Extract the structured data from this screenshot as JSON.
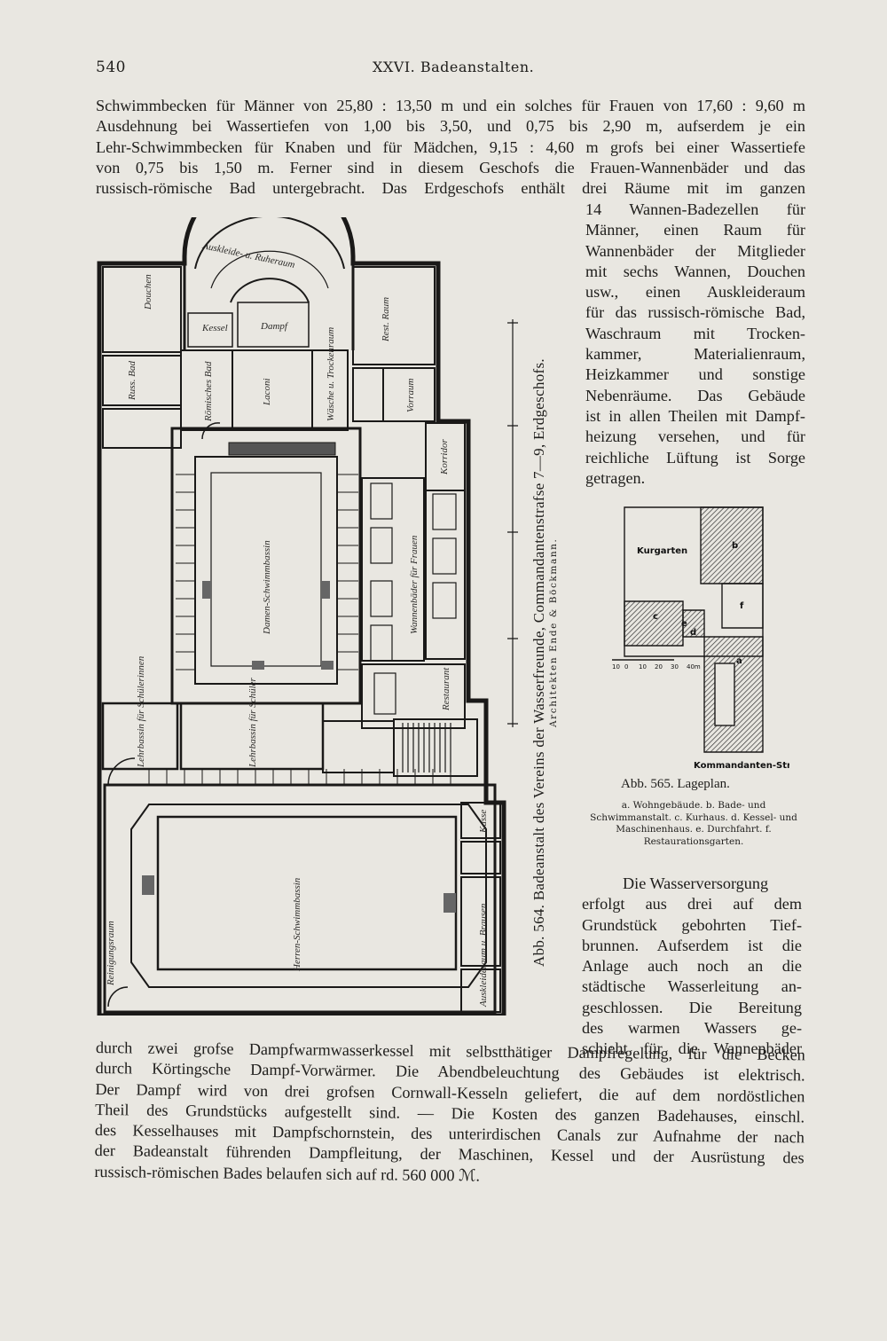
{
  "header": {
    "page_number": "540",
    "title": "XXVI. Badeanstalten."
  },
  "top_paragraph": [
    "Schwimmbecken für Männer von 25,80 : 13,50 m und ein solches für Frauen von 17,60 : 9,60 m",
    "Ausdehnung bei Wassertiefen von 1,00 bis 3,50, und 0,75 bis 2,90 m, aufserdem je ein",
    "Lehr-Schwimmbecken für Knaben und für Mädchen, 9,15 : 4,60 m grofs bei einer Wassertiefe",
    "von 0,75 bis 1,50 m. Ferner sind in diesem Geschofs die Frauen-Wannenbäder und das",
    "russisch-römische Bad untergebracht. Das Erdgeschofs enthält drei Räume mit im ganzen"
  ],
  "right_paragraph": [
    "14 Wannen-Badezellen für",
    "Männer, einen Raum für",
    "Wannenbäder der Mitglieder",
    "mit sechs Wannen, Douchen",
    "usw., einen Auskleideraum",
    "für das russisch-römische Bad,",
    "Waschraum mit Trocken-",
    "kammer, Materialienraum,",
    "Heizkammer und sonstige",
    "Nebenräume. Das Gebäude",
    "ist in allen Theilen mit Dampf-",
    "heizung versehen, und für",
    "reichliche Lüftung ist Sorge",
    "getragen."
  ],
  "figure_564": {
    "caption": "Abb. 564. Badeanstalt des Vereins der Wasserfreunde, Commandantenstrafse 7—9, Erdgeschofs.",
    "architects": "Architekten Ende & Böckmann.",
    "room_labels": {
      "douchen": "Douchen",
      "auskleide": "Auskleide- u. Ruheraum",
      "kessel": "Kessel",
      "dampf": "Dampf",
      "rest": "Rest. Raum",
      "russ": "Russ. Bad",
      "roemisch": "Römisches Bad",
      "laconi": "Laconi",
      "waesche": "Wäsche u. Trockenraum",
      "vorraum": "Vorraum",
      "korridor": "Korridor",
      "damen": "Damen-Schwimmbassin",
      "wannen_frauen": "Wannenbäder für Frauen",
      "restaurant": "Restaurant",
      "lehr_schuelerinnen": "Lehrbassin für Schülerinnen",
      "lehr_schueler": "Lehrbassin für Schüler",
      "herren": "Herren-Schwimmbassin",
      "kasse": "Kasse",
      "reinigung": "Reinigungsraum",
      "auskleide2": "Auskleideraum u. Brausen"
    }
  },
  "figure_565": {
    "labels": {
      "kurgarten": "Kurgarten",
      "street": "Kommandanten-Str.",
      "a": "a",
      "b": "b",
      "c": "c",
      "d": "d",
      "e": "e",
      "f": "f"
    },
    "scale_labels": [
      "10",
      "0",
      "10",
      "20",
      "30",
      "40m"
    ],
    "caption": "Abb. 565. Lageplan.",
    "legend": "a. Wohngebäude. b. Bade- und Schwimmanstalt. c. Kurhaus. d. Kessel- und Maschinenhaus. e. Durchfahrt. f. Restaurationsgarten."
  },
  "middle_paragraph": [
    "Die Wasserversorgung",
    "erfolgt aus drei auf dem",
    "Grundstück gebohrten Tief-",
    "brunnen. Aufserdem ist die",
    "Anlage auch noch an die",
    "städtische Wasserleitung an-",
    "geschlossen. Die Bereitung",
    "des warmen Wassers ge-",
    "schieht für die Wannenbäder"
  ],
  "bottom_paragraph": [
    "durch zwei grofse Dampfwarmwasserkessel mit selbstthätiger Dampfregelung, für die Becken",
    "durch Körtingsche Dampf-Vorwärmer. Die Abendbeleuchtung des Gebäudes ist elektrisch.",
    "Der Dampf wird von drei grofsen Cornwall-Kesseln geliefert, die auf dem nordöstlichen",
    "Theil des Grundstücks aufgestellt sind. — Die Kosten des ganzen Badehauses, einschl.",
    "des Kesselhauses mit Dampfschornstein, des unterirdischen Canals zur Aufnahme der nach",
    "der Badeanstalt führenden Dampfleitung, der Maschinen, Kessel und der Ausrüstung des",
    "russisch-römischen Bades belaufen sich auf rd. 560 000 ℳ."
  ]
}
